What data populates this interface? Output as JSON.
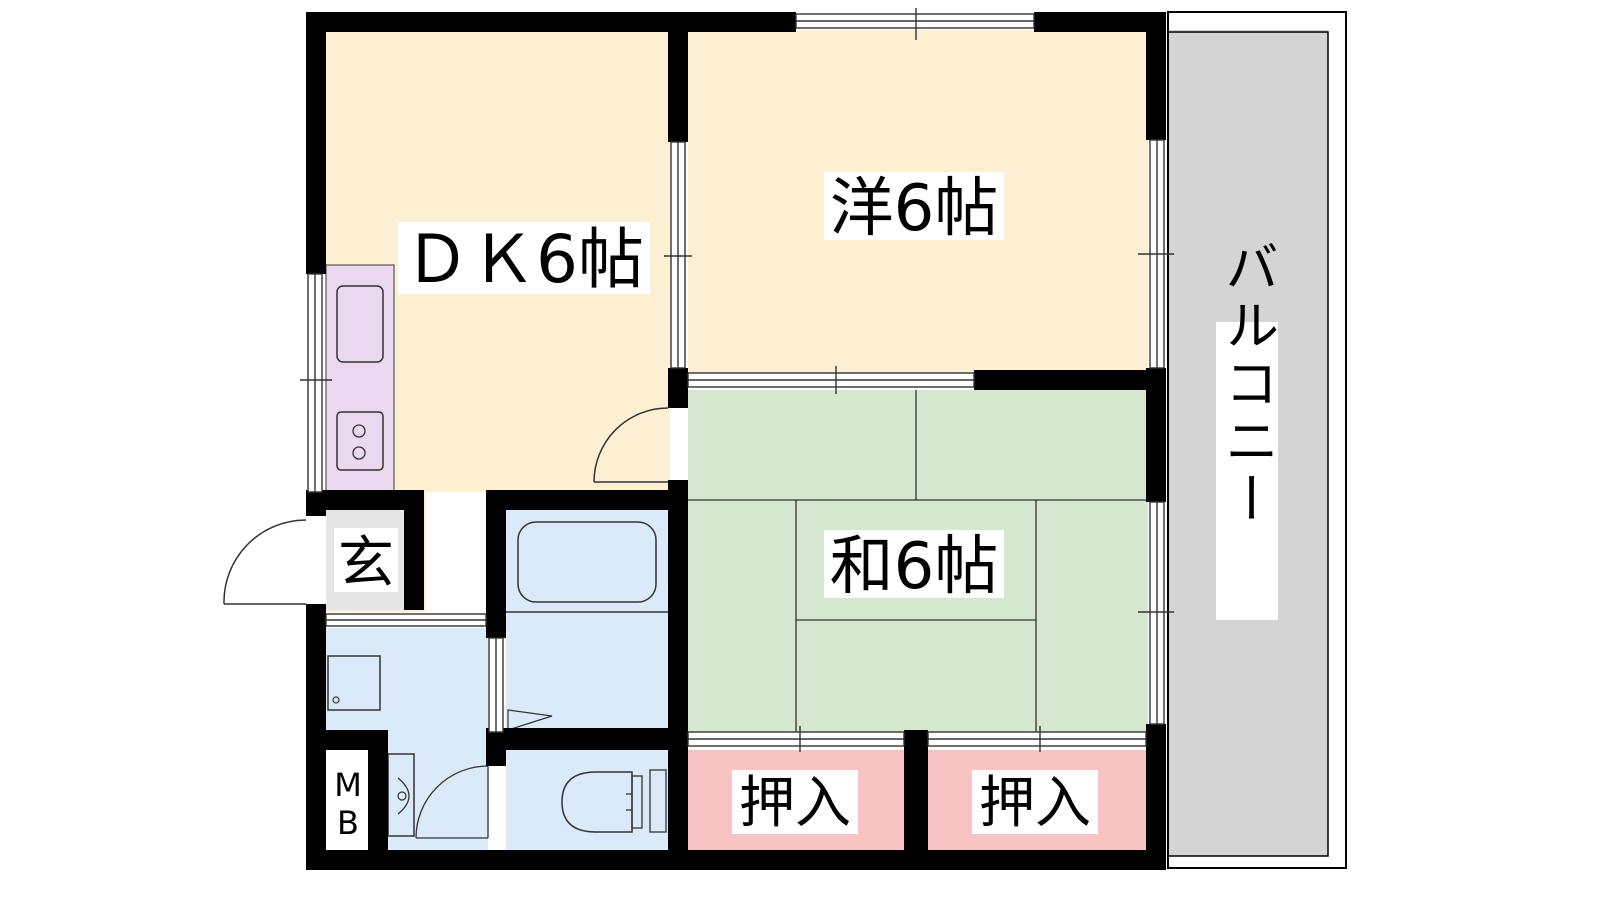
{
  "colors": {
    "dk_floor": "#fdf0d2",
    "western_room_floor": "#fdf0d2",
    "japanese_room_floor": "#d5e8cf",
    "closet_floor": "#f8c3c3",
    "wet_area_floor": "#daeaf9",
    "kitchen_counter": "#ead9f1",
    "entrance_floor": "#e6e6e6",
    "balcony_floor": "#d4d4d4",
    "wall": "#000000"
  },
  "rooms": {
    "dk": {
      "label": "ＤＫ6帖"
    },
    "western": {
      "label": "洋6帖"
    },
    "japanese": {
      "label": "和6帖"
    },
    "entrance": {
      "label": "玄"
    },
    "closet_left": {
      "label": "押入"
    },
    "closet_right": {
      "label": "押入"
    },
    "meter_box": {
      "label_top": "M",
      "label_bottom": "B"
    },
    "balcony": {
      "label": "バルコニー"
    }
  }
}
